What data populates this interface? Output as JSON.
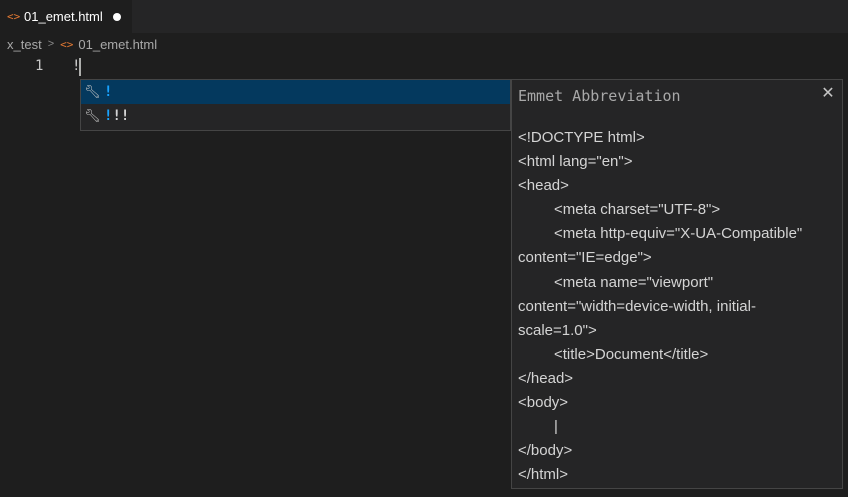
{
  "tab": {
    "icon": "html-file-icon",
    "label": "01_emet.html",
    "dirty": true
  },
  "breadcrumb": {
    "folder": "x_test",
    "separator": ">",
    "file": "01_emet.html"
  },
  "editor": {
    "line_number": "1",
    "line_text": "!"
  },
  "suggest": {
    "items": [
      {
        "icon": "wrench-icon",
        "match": "!",
        "rest": "",
        "selected": true
      },
      {
        "icon": "wrench-icon",
        "match": "!",
        "rest": "!!",
        "selected": false
      }
    ]
  },
  "details": {
    "title": "Emmet Abbreviation",
    "close_icon": "close-icon",
    "lines": [
      "<!DOCTYPE html>",
      "<html lang=\"en\">",
      "<head>",
      "<meta charset=\"UTF-8\">",
      "<meta http-equiv=\"X-UA-Compatible\"",
      "content=\"IE=edge\">",
      "<meta name=\"viewport\"",
      "content=\"width=device-width, initial-",
      "scale=1.0\">",
      "<title>Document</title>",
      "</head>",
      "<body>",
      "|",
      "</body>",
      "</html>"
    ]
  },
  "colors": {
    "background": "#1e1e1e",
    "selection": "#04395e",
    "match_highlight": "#18a3ff",
    "file_icon": "#e37933"
  }
}
